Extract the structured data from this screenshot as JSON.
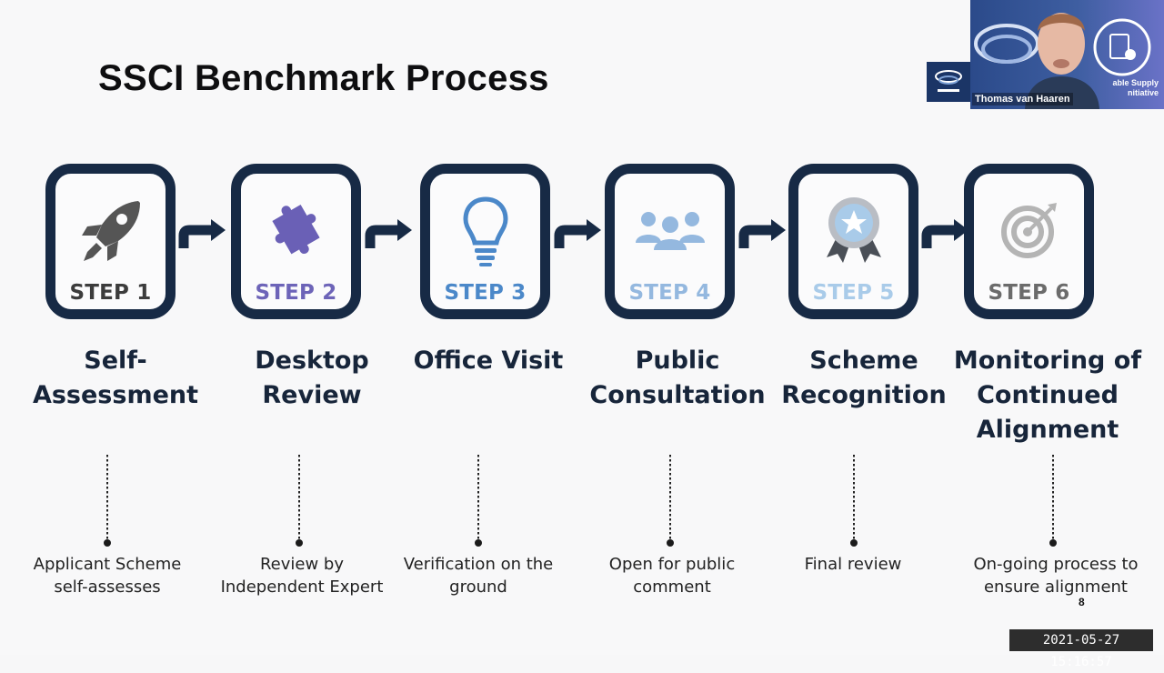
{
  "slide": {
    "title": "SSCI Benchmark Process",
    "page_number": "8",
    "steps": [
      {
        "step": "STEP 1",
        "stage_line1": "Self-",
        "stage_line2": "Assessment",
        "stage_line3": "",
        "desc_line1": "Applicant Scheme",
        "desc_line2": "self-assesses",
        "step_color": "#3c3c3c",
        "icon": "rocket-icon"
      },
      {
        "step": "STEP 2",
        "stage_line1": "Desktop",
        "stage_line2": "Review",
        "stage_line3": "",
        "desc_line1": "Review by",
        "desc_line2": "Independent Expert",
        "step_color": "#6d64b8",
        "icon": "puzzle-piece-icon"
      },
      {
        "step": "STEP 3",
        "stage_line1": "Office Visit",
        "stage_line2": "",
        "stage_line3": "",
        "desc_line1": "Verification on the",
        "desc_line2": "ground",
        "step_color": "#4b88c9",
        "icon": "lightbulb-icon"
      },
      {
        "step": "STEP 4",
        "stage_line1": "Public",
        "stage_line2": "Consultation",
        "stage_line3": "",
        "desc_line1": "Open for public",
        "desc_line2": "comment",
        "step_color": "#94b8df",
        "icon": "group-people-icon"
      },
      {
        "step": "STEP 5",
        "stage_line1": "Scheme",
        "stage_line2": "Recognition",
        "stage_line3": "",
        "desc_line1": "Final review",
        "desc_line2": "",
        "step_color": "#a9cbe9",
        "icon": "award-ribbon-icon"
      },
      {
        "step": "STEP 6",
        "stage_line1": "Monitoring of",
        "stage_line2": "Continued",
        "stage_line3": "Alignment",
        "desc_line1": "On-going process to",
        "desc_line2": "ensure alignment",
        "step_color": "#6b6b6b",
        "icon": "target-icon"
      }
    ]
  },
  "overlay": {
    "participant_name": "Thomas van Haaren",
    "timestamp": "2021-05-27  15:16:57",
    "background_text_line1": "able Supply",
    "background_text_line2": "nitiative"
  }
}
